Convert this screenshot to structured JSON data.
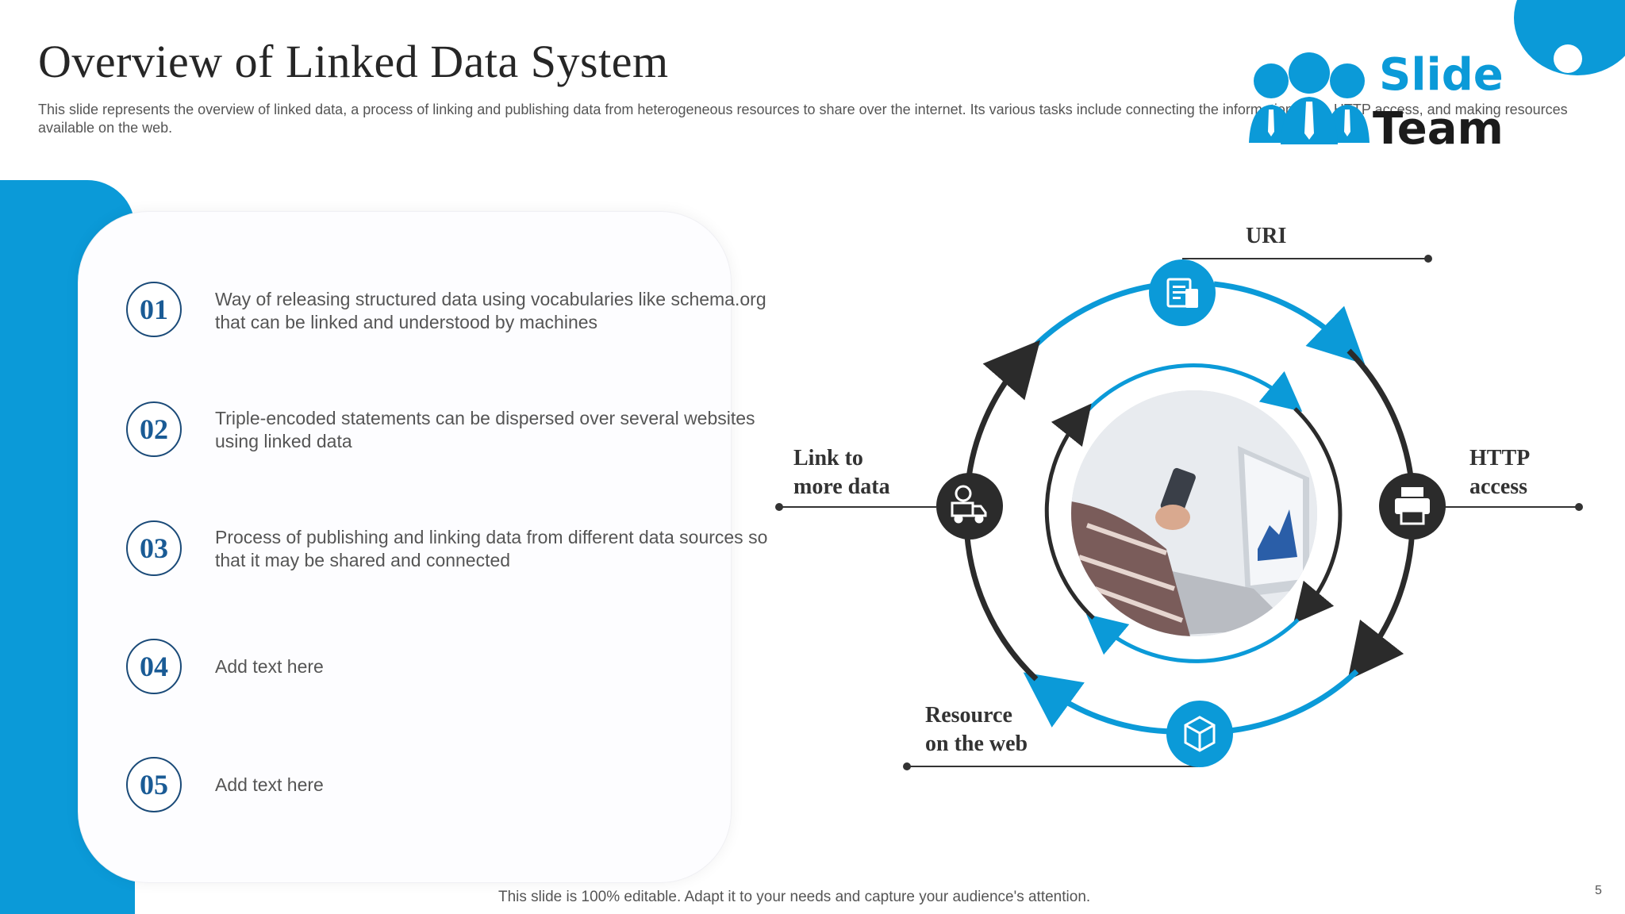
{
  "title": "Overview of Linked Data System",
  "subtitle": "This slide represents the overview of linked data, a process of linking and publishing data from heterogeneous resources to share over the internet. Its various tasks include connecting the information, URI, HTTP access, and making resources available on the web.",
  "logo": {
    "line1": "Slide",
    "line2": "Team"
  },
  "items": [
    {
      "num": "01",
      "text": "Way of releasing structured data using vocabularies like schema.org that can be linked and understood by machines"
    },
    {
      "num": "02",
      "text": "Triple-encoded statements can be dispersed over several websites using linked data"
    },
    {
      "num": "03",
      "text": "Process of publishing and linking data from different data sources so that it may be shared and connected"
    },
    {
      "num": "04",
      "text": "Add text here"
    },
    {
      "num": "05",
      "text": "Add text here"
    }
  ],
  "diagram": {
    "uri": "URI",
    "http_line1": "HTTP",
    "http_line2": "access",
    "link_line1": "Link to",
    "link_line2": "more data",
    "resource_line1": "Resource",
    "resource_line2": "on the web",
    "icons": [
      "document-icon",
      "printer-icon",
      "box-icon",
      "delivery-truck-icon"
    ]
  },
  "footer": "This slide is 100% editable. Adapt it to your needs and capture your audience's attention.",
  "page_number": "5",
  "colors": {
    "accent": "#0b9ad8",
    "dark": "#2b2b2b",
    "number_border": "#1a4a78"
  }
}
